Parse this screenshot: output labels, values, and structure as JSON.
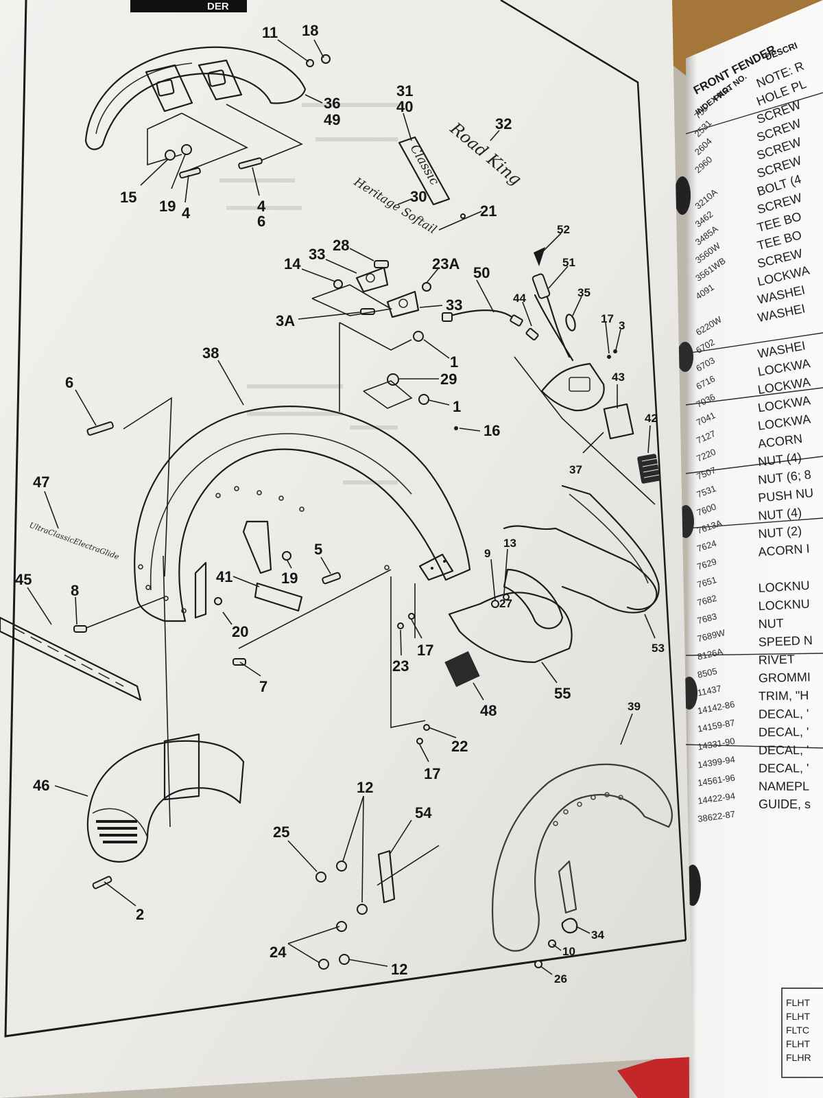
{
  "header": {
    "tab_text": "DER"
  },
  "diagram": {
    "callouts": [
      {
        "label": "11"
      },
      {
        "label": "18"
      },
      {
        "label": "36"
      },
      {
        "label": "49"
      },
      {
        "label": "15"
      },
      {
        "label": "19"
      },
      {
        "label": "4"
      },
      {
        "label": "4"
      },
      {
        "label": "6"
      },
      {
        "label": "31"
      },
      {
        "label": "40"
      },
      {
        "label": "32"
      },
      {
        "label": "30"
      },
      {
        "label": "21"
      },
      {
        "label": "28"
      },
      {
        "label": "33"
      },
      {
        "label": "14"
      },
      {
        "label": "23A"
      },
      {
        "label": "3A"
      },
      {
        "label": "33"
      },
      {
        "label": "50"
      },
      {
        "label": "52"
      },
      {
        "label": "51"
      },
      {
        "label": "44"
      },
      {
        "label": "35"
      },
      {
        "label": "17"
      },
      {
        "label": "3"
      },
      {
        "label": "1"
      },
      {
        "label": "38"
      },
      {
        "label": "29"
      },
      {
        "label": "1"
      },
      {
        "label": "6"
      },
      {
        "label": "16"
      },
      {
        "label": "43"
      },
      {
        "label": "42"
      },
      {
        "label": "37"
      },
      {
        "label": "47"
      },
      {
        "label": "45"
      },
      {
        "label": "8"
      },
      {
        "label": "41"
      },
      {
        "label": "19"
      },
      {
        "label": "5"
      },
      {
        "label": "9"
      },
      {
        "label": "13"
      },
      {
        "label": "27"
      },
      {
        "label": "20"
      },
      {
        "label": "7"
      },
      {
        "label": "23"
      },
      {
        "label": "17"
      },
      {
        "label": "53"
      },
      {
        "label": "55"
      },
      {
        "label": "48"
      },
      {
        "label": "39"
      },
      {
        "label": "22"
      },
      {
        "label": "17"
      },
      {
        "label": "46"
      },
      {
        "label": "12"
      },
      {
        "label": "25"
      },
      {
        "label": "54"
      },
      {
        "label": "2"
      },
      {
        "label": "24"
      },
      {
        "label": "12"
      },
      {
        "label": "34"
      },
      {
        "label": "10"
      },
      {
        "label": "26"
      }
    ],
    "emblems": {
      "classic": "Classic",
      "road_king": "Road King",
      "heritage": "Heritage Softail",
      "ultra": "UltraClassicElectraGlide"
    }
  },
  "parts_table": {
    "title": "FRONT FENDER",
    "headers": {
      "index": "INDEX NO.",
      "part": "PART NO.",
      "description": "DESCRI"
    },
    "rows": [
      {
        "part": "",
        "desc": "NOTE: R"
      },
      {
        "part": "755",
        "desc": "HOLE PL"
      },
      {
        "part": "2531",
        "desc": "SCREW"
      },
      {
        "part": "2604",
        "desc": "SCREW"
      },
      {
        "part": "2960",
        "desc": "SCREW"
      },
      {
        "part": "",
        "desc": "SCREW"
      },
      {
        "part": "3210A",
        "desc": "BOLT (4"
      },
      {
        "part": "3462",
        "desc": "SCREW"
      },
      {
        "part": "3485A",
        "desc": "TEE BO"
      },
      {
        "part": "3560W",
        "desc": "TEE BO"
      },
      {
        "part": "3561WB",
        "desc": "SCREW"
      },
      {
        "part": "4091",
        "desc": "LOCKWA"
      },
      {
        "part": "",
        "desc": "WASHEI"
      },
      {
        "part": "6220W",
        "desc": "WASHEI"
      },
      {
        "part": "6702",
        "desc": ""
      },
      {
        "part": "6703",
        "desc": "WASHEI"
      },
      {
        "part": "6716",
        "desc": "LOCKWA"
      },
      {
        "part": "7036",
        "desc": "LOCKWA"
      },
      {
        "part": "7041",
        "desc": "LOCKWA"
      },
      {
        "part": "7127",
        "desc": "LOCKWA"
      },
      {
        "part": "7220",
        "desc": "ACORN"
      },
      {
        "part": "7507",
        "desc": "NUT (4)"
      },
      {
        "part": "7531",
        "desc": "NUT (6; 8"
      },
      {
        "part": "7600",
        "desc": "PUSH NU"
      },
      {
        "part": "7613A",
        "desc": "NUT (4)"
      },
      {
        "part": "7624",
        "desc": "NUT (2)"
      },
      {
        "part": "7629",
        "desc": "ACORN I"
      },
      {
        "part": "7651",
        "desc": ""
      },
      {
        "part": "7682",
        "desc": "LOCKNU"
      },
      {
        "part": "7683",
        "desc": "LOCKNU"
      },
      {
        "part": "7689W",
        "desc": "NUT"
      },
      {
        "part": "8126A",
        "desc": "SPEED N"
      },
      {
        "part": "8505",
        "desc": "RIVET"
      },
      {
        "part": "11437",
        "desc": "GROMMI"
      },
      {
        "part": "14142-86",
        "desc": "TRIM, \"H"
      },
      {
        "part": "14159-87",
        "desc": "DECAL, '"
      },
      {
        "part": "14331-90",
        "desc": "DECAL, '"
      },
      {
        "part": "14399-94",
        "desc": "DECAL, '"
      },
      {
        "part": "14561-96",
        "desc": "DECAL, '"
      },
      {
        "part": "14422-94",
        "desc": "NAMEPL"
      },
      {
        "part": "38622-87",
        "desc": "GUIDE, s"
      }
    ],
    "model_codes": [
      "FLHT",
      "FLHT",
      "FLTC",
      "FLHT",
      "FLHR"
    ]
  }
}
